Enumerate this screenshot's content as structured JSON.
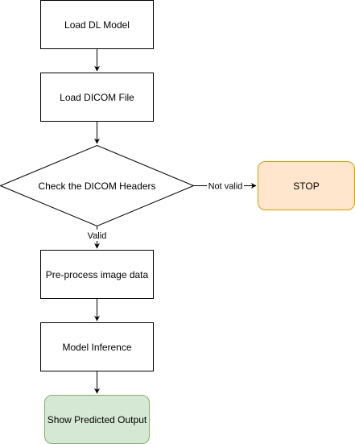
{
  "diagram": {
    "nodes": {
      "load_model": "Load DL Model",
      "load_dicom": "Load DICOM File",
      "check_headers": "Check the DICOM Headers",
      "stop": "STOP",
      "preprocess": "Pre-process image data",
      "inference": "Model Inference",
      "output": "Show Predicted Output"
    },
    "edges": {
      "not_valid": "Not valid",
      "valid": "Valid"
    },
    "colors": {
      "stroke": "#000000",
      "default_fill": "#ffffff",
      "stop_fill": "#ffe6cc",
      "stop_stroke": "#d79b00",
      "output_fill": "#d5e8d4",
      "output_stroke": "#82b366"
    }
  }
}
